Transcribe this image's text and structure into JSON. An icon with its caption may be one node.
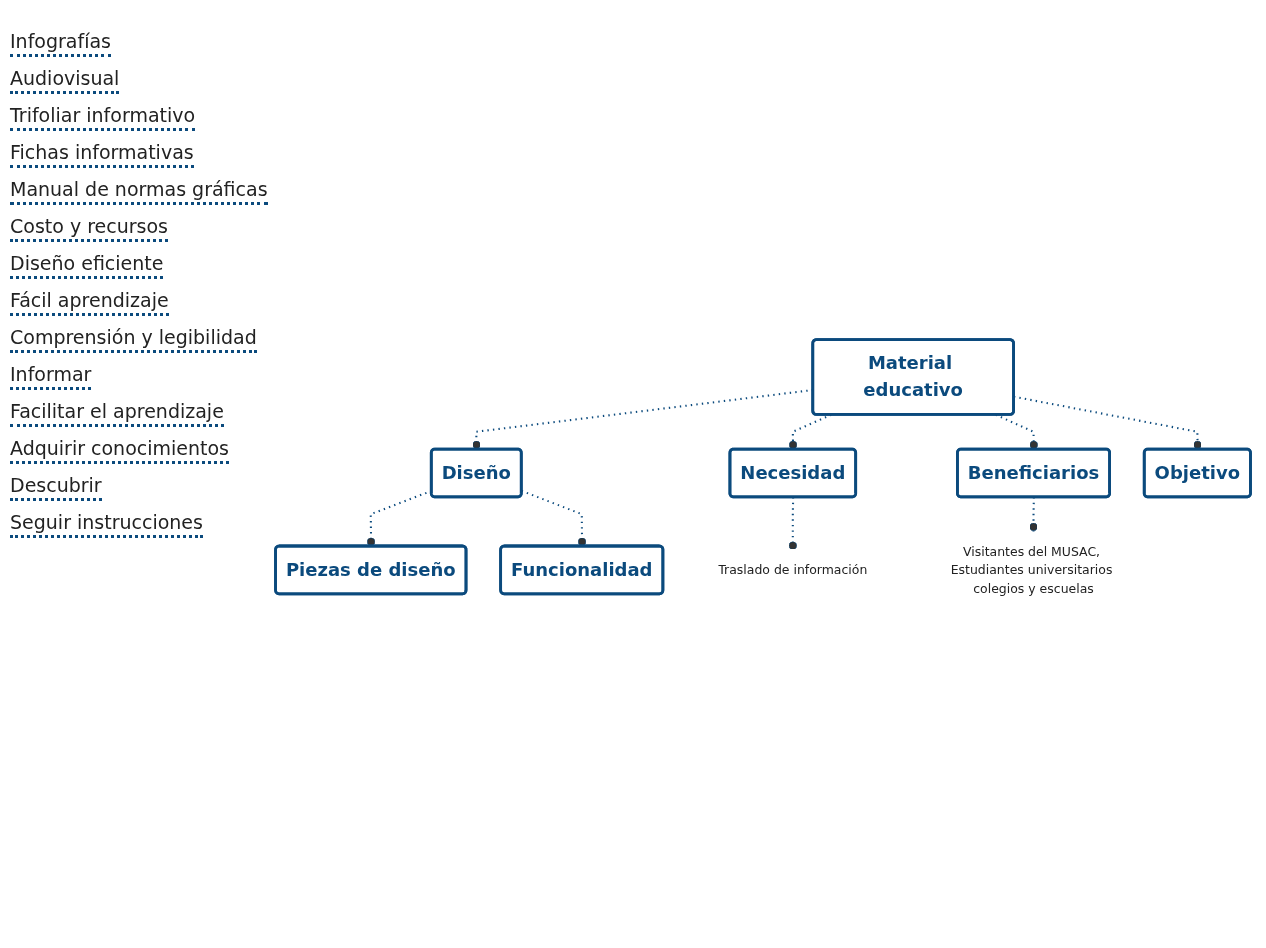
{
  "diagram": {
    "nodes": [
      {
        "text": [
          "Material educativo"
        ]
      },
      {
        "text": [
          "Diseño"
        ]
      },
      {
        "text": [
          "Piezas de diseño"
        ]
      },
      {
        "text": [
          "Funcionalidad"
        ]
      },
      {
        "text": [
          "Necesidad"
        ]
      },
      {
        "text": [
          "Beneficiarios"
        ]
      },
      {
        "text": [
          "Objetivo"
        ]
      },
      {
        "text": [
          "Traslado de información"
        ]
      },
      {
        "text": [
          "Visitantes del MUSAC, Estudiantes universitarios colegios y escuelas"
        ]
      }
    ],
    "edges": [
      {
        "from": 0,
        "to": 1,
        "arrow": "other",
        "style": "dashed"
      },
      {
        "from": 1,
        "to": 2,
        "arrow": "other",
        "style": "dashed"
      },
      {
        "from": 1,
        "to": 3,
        "arrow": "other",
        "style": "dashed"
      },
      {
        "from": 0,
        "to": 4,
        "arrow": "other",
        "style": "dashed"
      },
      {
        "from": 0,
        "to": 5,
        "arrow": "other",
        "style": "dashed"
      },
      {
        "from": 0,
        "to": 6,
        "arrow": "other",
        "style": "dashed"
      },
      {
        "from": 4,
        "to": 7,
        "arrow": "other",
        "style": "dashed"
      },
      {
        "from": 5,
        "to": 8,
        "arrow": "other",
        "style": "dashed"
      }
    ],
    "labels": [
      "Infografías",
      "Audiovisual",
      "Trifoliar informativo",
      "Fichas informativas",
      "Manual de normas gráficas",
      "Costo y recursos",
      "Diseño eficiente",
      "Fácil aprendizaje",
      "Comprensión y legibilidad",
      "Informar",
      "Facilitar el aprendizaje",
      "Adquirir conocimientos",
      "Descubrir",
      "Seguir instrucciones"
    ]
  }
}
